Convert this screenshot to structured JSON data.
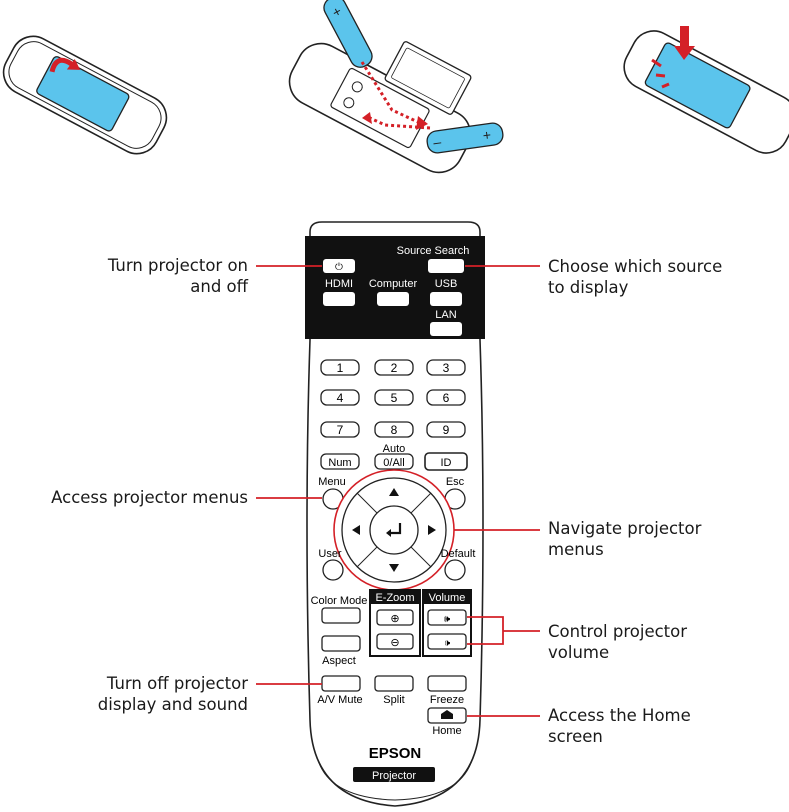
{
  "remote": {
    "source_search": "Source Search",
    "hdmi": "HDMI",
    "computer": "Computer",
    "usb": "USB",
    "lan": "LAN",
    "keys": [
      "1",
      "2",
      "3",
      "4",
      "5",
      "6",
      "7",
      "8",
      "9"
    ],
    "num": "Num",
    "auto": "Auto",
    "zero_all": "0/All",
    "id": "ID",
    "menu": "Menu",
    "esc": "Esc",
    "user": "User",
    "default": "Default",
    "color_mode": "Color Mode",
    "ezoom": "E-Zoom",
    "volume": "Volume",
    "aspect": "Aspect",
    "av_mute": "A/V Mute",
    "split": "Split",
    "freeze": "Freeze",
    "home": "Home",
    "brand": "EPSON",
    "model": "Projector"
  },
  "callouts": {
    "power": [
      "Turn projector on",
      "and off"
    ],
    "source": [
      "Choose which source",
      "to display"
    ],
    "menu": [
      "Access projector menus"
    ],
    "navigate": [
      "Navigate projector",
      "menus"
    ],
    "volume": [
      "Control projector",
      "volume"
    ],
    "avmute": [
      "Turn off projector",
      "display and sound"
    ],
    "home": [
      "Access the Home",
      "screen"
    ]
  },
  "colors": {
    "accent_red": "#d42027",
    "battery_blue": "#5bc4ec",
    "panel_black": "#111111"
  }
}
